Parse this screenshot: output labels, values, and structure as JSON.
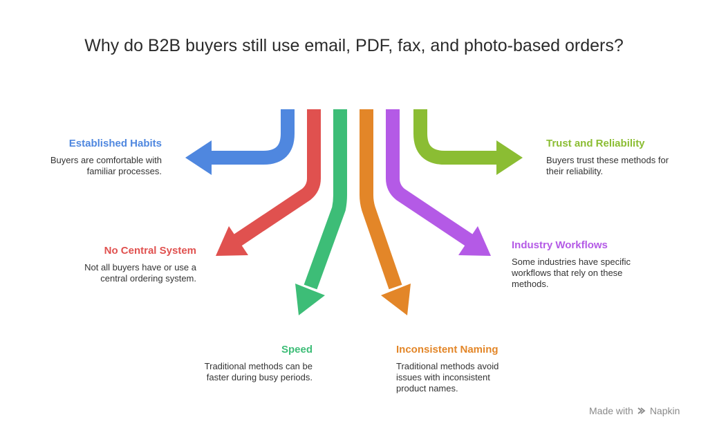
{
  "title": "Why do B2B buyers still use email, PDF, fax, and photo-based orders?",
  "reasons": [
    {
      "heading": "Established Habits",
      "description": "Buyers are comfortable with familiar processes.",
      "color": "#4f87df"
    },
    {
      "heading": "No Central System",
      "description": "Not all buyers have or use a central ordering system.",
      "color": "#e0514f"
    },
    {
      "heading": "Speed",
      "description": "Traditional methods can be faster during busy periods.",
      "color": "#3dbd77"
    },
    {
      "heading": "Inconsistent Naming",
      "description": "Traditional methods avoid issues with inconsistent product names.",
      "color": "#e38628"
    },
    {
      "heading": "Industry Workflows",
      "description": "Some industries have specific workflows that rely on these methods.",
      "color": "#b45ae6"
    },
    {
      "heading": "Trust and Reliability",
      "description": "Buyers trust these methods for their reliability.",
      "color": "#8bbd33"
    }
  ],
  "footer": {
    "made_with": "Made with",
    "brand": "Napkin",
    "logo_icon": "napkin-logo-icon"
  }
}
